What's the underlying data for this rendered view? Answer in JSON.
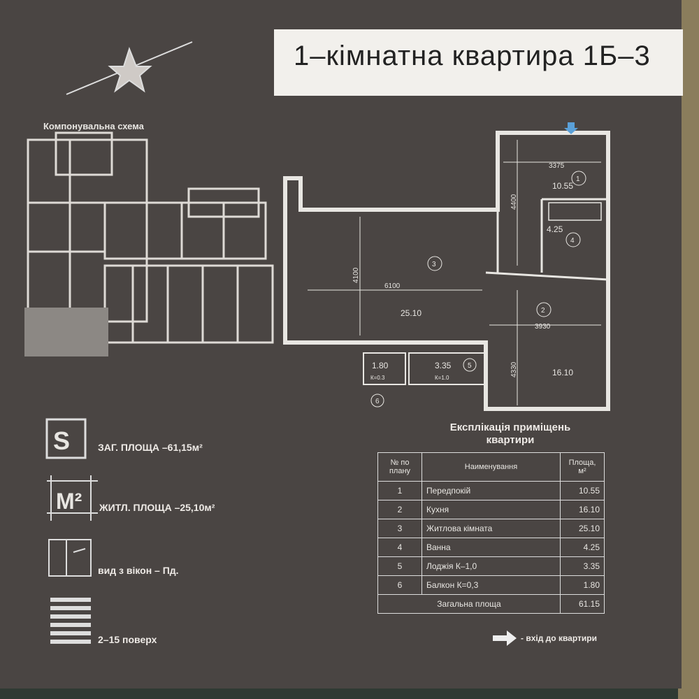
{
  "title": "1–кімнатна квартира 1Б–3",
  "scheme_label": "Компонувальна схема",
  "plan": {
    "dims": {
      "d3375": "3375",
      "d4400": "4400",
      "d4100": "4100",
      "d6100": "6100",
      "d3930": "3930",
      "d4330": "4330"
    },
    "rooms": [
      {
        "num": "1",
        "area": "10.55"
      },
      {
        "num": "2",
        "area": "16.10"
      },
      {
        "num": "3",
        "area": "25.10"
      },
      {
        "num": "4",
        "area": "4.25"
      },
      {
        "num": "5",
        "area": "3.35",
        "k": "К=1.0"
      },
      {
        "num": "6",
        "area": "1.80",
        "k": "К=0.3"
      }
    ]
  },
  "legend": {
    "s_icon": "S",
    "total": "ЗАГ. ПЛОЩА –61,15м²",
    "m2_icon": "M²",
    "living": "ЖИТЛ. ПЛОЩА –25,10м²",
    "view": "вид з вікон – Пд.",
    "floors": "2–15 поверх"
  },
  "explication": {
    "title_line1": "Експлікація приміщень",
    "title_line2": "квартири",
    "headers": [
      "№ по плану",
      "Наименування",
      "Площа, м²"
    ],
    "rows": [
      [
        "1",
        "Передпокій",
        "10.55"
      ],
      [
        "2",
        "Кухня",
        "16.10"
      ],
      [
        "3",
        "Житлова кімната",
        "25.10"
      ],
      [
        "4",
        "Ванна",
        "4.25"
      ],
      [
        "5",
        "Лоджія  К–1,0",
        "3.35"
      ],
      [
        "6",
        "Балкон  К=0,3",
        "1.80"
      ]
    ],
    "total_label": "Загальна площа",
    "total_value": "61.15",
    "entry_note": "- вхід до квартири"
  },
  "colors": {
    "background": "#4a4543",
    "title_box": "#f2f0ec",
    "lines": "#e8e6e2",
    "entry_arrow": "#5aa0d8"
  }
}
